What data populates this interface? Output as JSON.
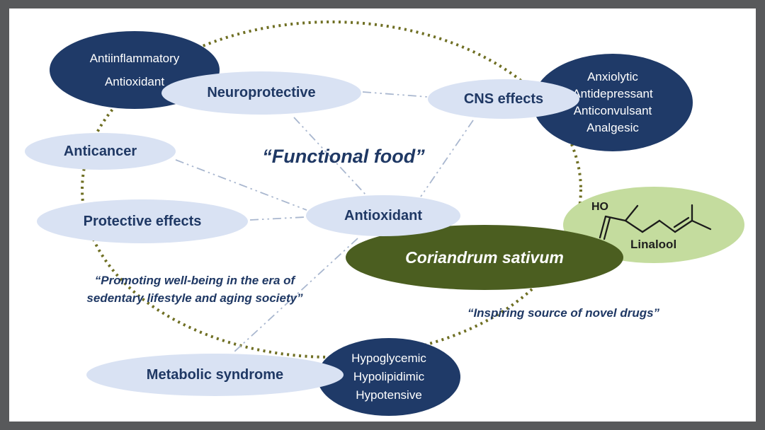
{
  "figure": {
    "title_center": "“Functional food”",
    "quote_left": [
      "“Promoting well-being in the era of",
      "sedentary lifestyle and aging society”"
    ],
    "quote_right": "“Inspiring source of novel drugs”"
  },
  "bubbles": {
    "top_left_navy": {
      "lines": [
        "Antiinflammatory",
        "Antioxidant"
      ]
    },
    "neuroprotective": {
      "label": "Neuroprotective"
    },
    "cns_effects": {
      "label": "CNS effects"
    },
    "cns_detail_navy": {
      "lines": [
        "Anxiolytic",
        "Antidepressant",
        "Anticonvulsant",
        "Analgesic"
      ]
    },
    "anticancer": {
      "label": "Anticancer"
    },
    "protective_effects": {
      "label": "Protective effects"
    },
    "antioxidant": {
      "label": "Antioxidant"
    },
    "coriandrum": {
      "label": "Coriandrum sativum"
    },
    "linalool": {
      "label": "Linalool",
      "oh_label": "HO"
    },
    "metabolic": {
      "label": "Metabolic syndrome"
    },
    "metabolic_detail_navy": {
      "lines": [
        "Hypoglycemic",
        "Hypolipidimic",
        "Hypotensive"
      ]
    }
  },
  "colors": {
    "frame": "#58595b",
    "navy": "#1f3a68",
    "light-blue": "#d9e2f3",
    "dark-green": "#4b5e20",
    "light-green": "#c4dc9e",
    "dot": "#6f6f23",
    "connector": "#a9b7cf",
    "text-navy": "#1f3864",
    "structure": "#1b1b1b"
  }
}
